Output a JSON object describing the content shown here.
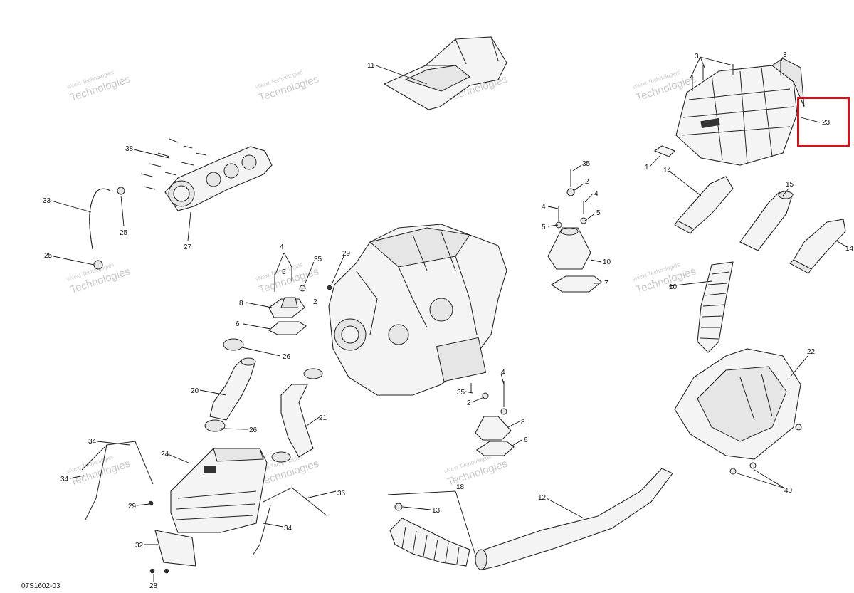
{
  "diagram": {
    "reference_code": "07S1602-03",
    "watermark": {
      "line1": "vNext Technologies",
      "line2": "Technologies"
    },
    "callouts": [
      {
        "id": "c-11",
        "text": "11"
      },
      {
        "id": "c-3a",
        "text": "3"
      },
      {
        "id": "c-3b",
        "text": "3"
      },
      {
        "id": "c-23",
        "text": "23"
      },
      {
        "id": "c-1",
        "text": "1"
      },
      {
        "id": "c-38",
        "text": "38"
      },
      {
        "id": "c-33",
        "text": "33"
      },
      {
        "id": "c-25a",
        "text": "25"
      },
      {
        "id": "c-27",
        "text": "27"
      },
      {
        "id": "c-25b",
        "text": "25"
      },
      {
        "id": "c-35a",
        "text": "35"
      },
      {
        "id": "c-2a",
        "text": "2"
      },
      {
        "id": "c-4a",
        "text": "4"
      },
      {
        "id": "c-4b",
        "text": "4"
      },
      {
        "id": "c-5a",
        "text": "5"
      },
      {
        "id": "c-5b",
        "text": "5"
      },
      {
        "id": "c-10a",
        "text": "10"
      },
      {
        "id": "c-7",
        "text": "7"
      },
      {
        "id": "c-14a",
        "text": "14"
      },
      {
        "id": "c-15",
        "text": "15"
      },
      {
        "id": "c-14b",
        "text": "14"
      },
      {
        "id": "c-10b",
        "text": "10"
      },
      {
        "id": "c-4c",
        "text": "4"
      },
      {
        "id": "c-5c",
        "text": "5"
      },
      {
        "id": "c-35b",
        "text": "35"
      },
      {
        "id": "c-29a",
        "text": "29"
      },
      {
        "id": "c-2b",
        "text": "2"
      },
      {
        "id": "c-8a",
        "text": "8"
      },
      {
        "id": "c-6a",
        "text": "6"
      },
      {
        "id": "c-26a",
        "text": "26"
      },
      {
        "id": "c-20",
        "text": "20"
      },
      {
        "id": "c-21",
        "text": "21"
      },
      {
        "id": "c-26b",
        "text": "26"
      },
      {
        "id": "c-4d",
        "text": "4"
      },
      {
        "id": "c-35c",
        "text": "35"
      },
      {
        "id": "c-2c",
        "text": "2"
      },
      {
        "id": "c-8b",
        "text": "8"
      },
      {
        "id": "c-6b",
        "text": "6"
      },
      {
        "id": "c-22",
        "text": "22"
      },
      {
        "id": "c-34a",
        "text": "34"
      },
      {
        "id": "c-34b",
        "text": "34"
      },
      {
        "id": "c-24",
        "text": "24"
      },
      {
        "id": "c-29b",
        "text": "29"
      },
      {
        "id": "c-36",
        "text": "36"
      },
      {
        "id": "c-34c",
        "text": "34"
      },
      {
        "id": "c-32",
        "text": "32"
      },
      {
        "id": "c-28",
        "text": "28"
      },
      {
        "id": "c-18",
        "text": "18"
      },
      {
        "id": "c-13",
        "text": "13"
      },
      {
        "id": "c-12",
        "text": "12"
      },
      {
        "id": "c-40",
        "text": "40"
      }
    ],
    "highlight": {
      "callout": "23",
      "color": "#d0141c"
    }
  }
}
